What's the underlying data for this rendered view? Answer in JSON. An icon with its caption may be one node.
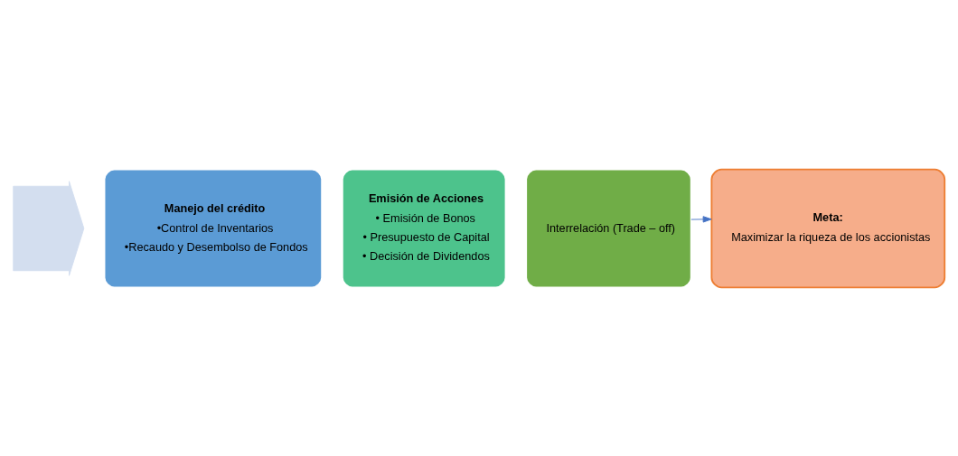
{
  "diagram": {
    "nodes": [
      {
        "text": [],
        "shape": "arrow"
      },
      {
        "text": [
          "Manejo del crédito",
          "•Control de Inventarios",
          "•Recaudo y Desembolso de Fondos"
        ]
      },
      {
        "text": [
          "Emisión de Acciones",
          "• Emisión de Bonos",
          "• Presupuesto de Capital",
          "• Decisión de Dividendos"
        ]
      },
      {
        "text": [
          "Interrelación (Trade – off)"
        ]
      },
      {
        "text": [
          "Meta:",
          "Maximizar la riqueza de los accionistas"
        ]
      }
    ],
    "edges": [
      {
        "from": 3,
        "to": 4,
        "arrow": "to"
      }
    ]
  }
}
